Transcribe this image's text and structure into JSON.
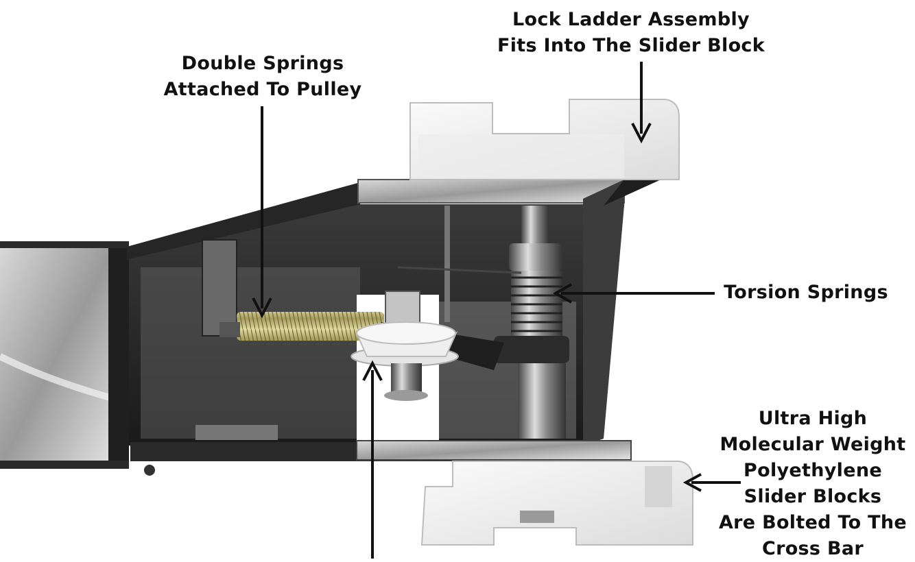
{
  "callouts": {
    "lock_ladder": {
      "line1": "Lock Ladder Assembly",
      "line2": "Fits Into The Slider Block"
    },
    "double_springs": {
      "line1": "Double Springs",
      "line2": "Attached To Pulley"
    },
    "torsion_springs": {
      "line1": "Torsion Springs"
    },
    "slider_blocks": {
      "line1": "Ultra High",
      "line2": "Molecular Weight",
      "line3": "Polyethylene",
      "line4": "Slider Blocks",
      "line5": "Are Bolted To The",
      "line6": "Cross Bar"
    }
  },
  "colors": {
    "text": "#111111",
    "arrow": "#111111",
    "metal_dark": "#2a2a2a",
    "metal_light": "#c9c9c9",
    "poly_block": "#f2f2f2",
    "spring": "#b9b07a"
  }
}
